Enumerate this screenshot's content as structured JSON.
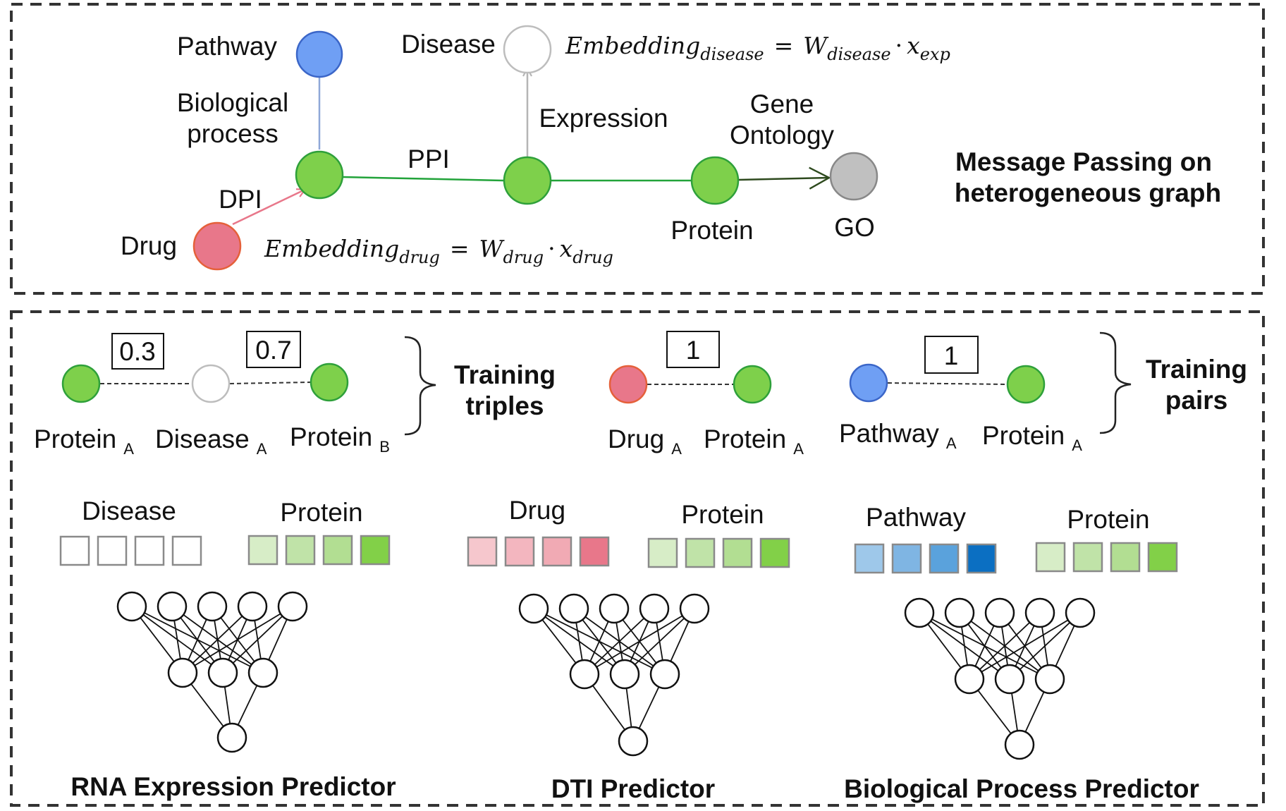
{
  "top_panel": {
    "nodes": {
      "pathway": "Pathway",
      "disease": "Disease",
      "drug": "Drug",
      "protein": "Protein",
      "go": "GO"
    },
    "edges": {
      "biological_process_line1": "Biological",
      "biological_process_line2": "process",
      "dpi": "DPI",
      "ppi": "PPI",
      "expression": "Expression",
      "gene_ontology_line1": "Gene",
      "gene_ontology_line2": "Ontology"
    },
    "equations": {
      "disease": {
        "lhs": "Embedding",
        "lhs_sub": "disease",
        "eq": "=",
        "w": "W",
        "w_sub": "disease",
        "dot": "·",
        "x": "x",
        "x_sub": "exp"
      },
      "drug": {
        "lhs": "Embedding",
        "lhs_sub": "drug",
        "eq": "=",
        "w": "W",
        "w_sub": "drug",
        "dot": "·",
        "x": "x",
        "x_sub": "drug"
      }
    },
    "title_line1": "Message Passing on",
    "title_line2": "heterogeneous graph"
  },
  "bottom_panel": {
    "triples": {
      "weights": [
        "0.3",
        "0.7"
      ],
      "labels": [
        {
          "name": "Protein",
          "sub": "A"
        },
        {
          "name": "Disease",
          "sub": "A"
        },
        {
          "name": "Protein",
          "sub": "B"
        }
      ],
      "group_label_line1": "Training",
      "group_label_line2": "triples"
    },
    "pairs": {
      "drug_weight": "1",
      "pathway_weight": "1",
      "drug_labels": [
        {
          "name": "Drug",
          "sub": "A"
        },
        {
          "name": "Protein",
          "sub": "A"
        }
      ],
      "pathway_labels": [
        {
          "name": "Pathway",
          "sub": "A"
        },
        {
          "name": "Protein",
          "sub": "A"
        }
      ],
      "group_label_line1": "Training",
      "group_label_line2": "pairs"
    },
    "predictors": [
      {
        "left_label": "Disease",
        "right_label": "Protein",
        "name": "RNA Expression Predictor"
      },
      {
        "left_label": "Drug",
        "right_label": "Protein",
        "name": "DTI Predictor"
      },
      {
        "left_label": "Pathway",
        "right_label": "Protein",
        "name": "Biological Process Predictor"
      }
    ]
  },
  "colors": {
    "protein": "#7ed04b",
    "drug": "#e8778a",
    "pathway": "#6f9ff4",
    "go": "#c0c0c0",
    "disease": "#ffffff"
  }
}
